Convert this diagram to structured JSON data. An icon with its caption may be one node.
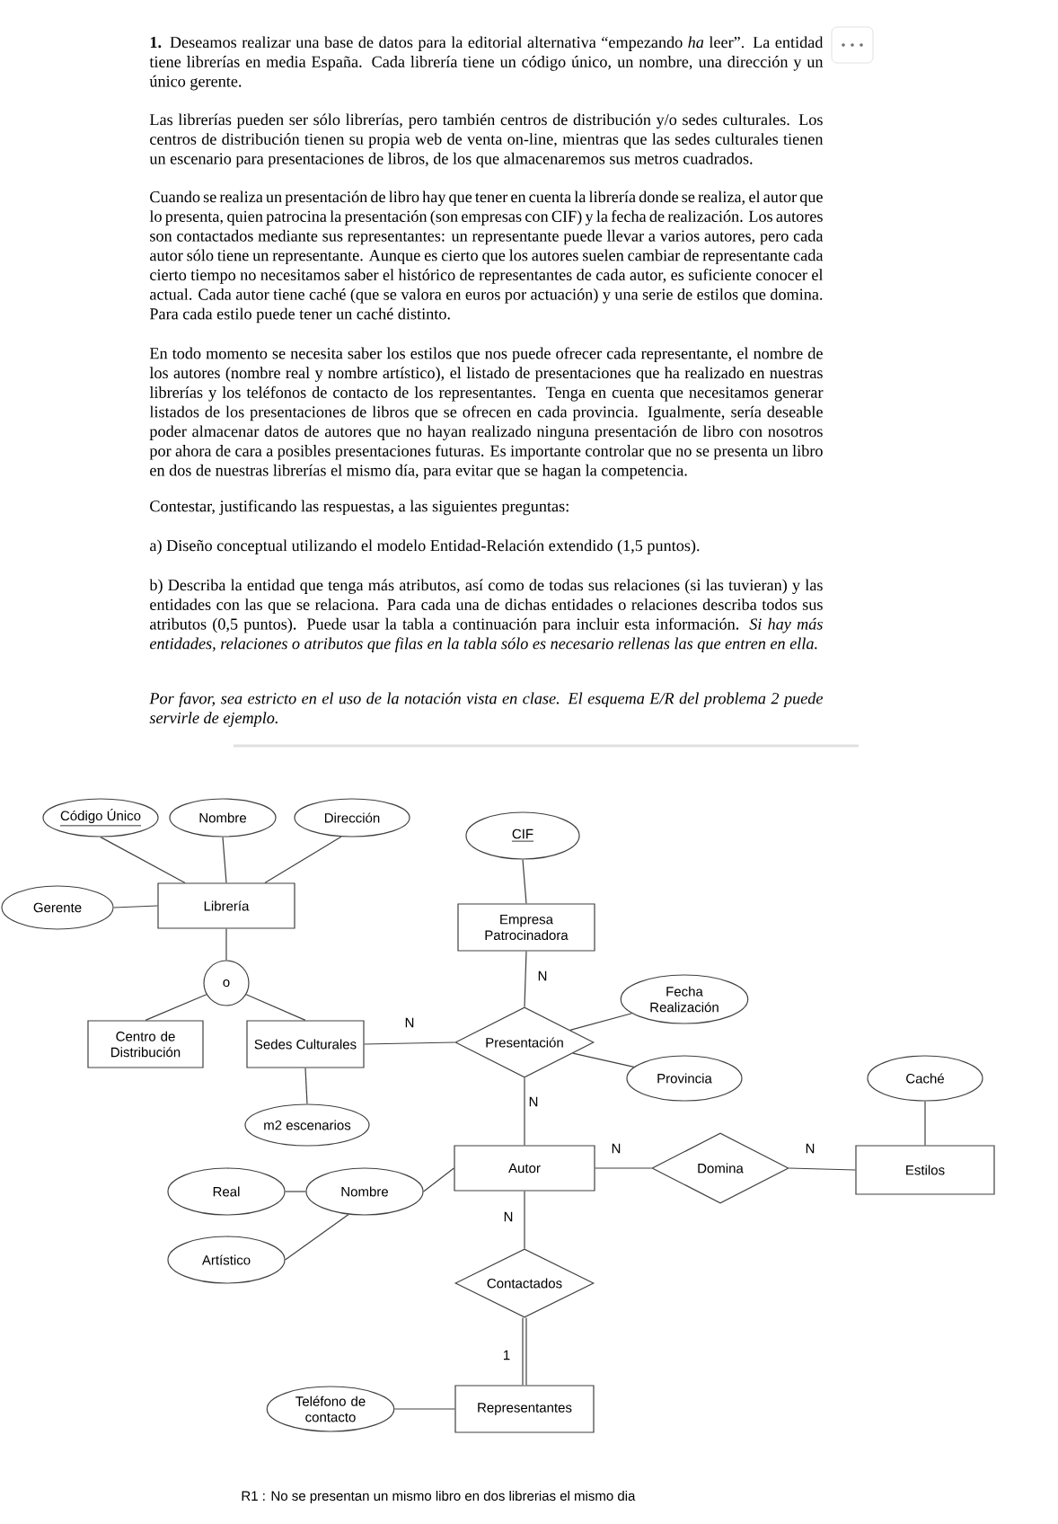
{
  "diagram": {
    "nodes": [
      {
        "text": [
          "Código Único"
        ]
      },
      {
        "text": [
          "Nombre"
        ]
      },
      {
        "text": [
          "Dirección"
        ]
      },
      {
        "text": [
          "CIF"
        ]
      },
      {
        "text": [
          "Gerente"
        ]
      },
      {
        "text": [
          "Librería"
        ]
      },
      {
        "text": [
          "Empresa Patrocinadora"
        ]
      },
      {
        "text": [
          "o"
        ]
      },
      {
        "text": [
          "Fecha Realización"
        ]
      },
      {
        "text": [
          "Centro de Distribución"
        ]
      },
      {
        "text": [
          "Sedes Culturales"
        ]
      },
      {
        "text": [
          "Presentación"
        ]
      },
      {
        "text": [
          "Provincia"
        ]
      },
      {
        "text": [
          "Caché"
        ]
      },
      {
        "text": [
          "m2 escenarios"
        ]
      },
      {
        "text": [
          "Autor"
        ]
      },
      {
        "text": [
          "Domina"
        ]
      },
      {
        "text": [
          "Estilos"
        ]
      },
      {
        "text": [
          "Real"
        ]
      },
      {
        "text": [
          "Nombre"
        ]
      },
      {
        "text": [
          "Artístico"
        ]
      },
      {
        "text": [
          "Contactados"
        ]
      },
      {
        "text": [
          "Teléfono de contacto"
        ]
      },
      {
        "text": [
          "Representantes"
        ]
      }
    ],
    "edges": [
      {
        "from": 0,
        "to": 5,
        "arrow": "none"
      },
      {
        "from": 1,
        "to": 5,
        "arrow": "none"
      },
      {
        "from": 2,
        "to": 5,
        "arrow": "none"
      },
      {
        "from": 4,
        "to": 5,
        "arrow": "none"
      },
      {
        "from": 5,
        "to": 7,
        "arrow": "none"
      },
      {
        "from": 7,
        "to": 9,
        "arrow": "none"
      },
      {
        "from": 7,
        "to": 10,
        "arrow": "none"
      },
      {
        "from": 10,
        "to": 11,
        "arrow": "none",
        "label": "N"
      },
      {
        "from": 10,
        "to": 14,
        "arrow": "none"
      },
      {
        "from": 3,
        "to": 6,
        "arrow": "none"
      },
      {
        "from": 6,
        "to": 11,
        "arrow": "none",
        "label": "N"
      },
      {
        "from": 11,
        "to": 8,
        "arrow": "none"
      },
      {
        "from": 11,
        "to": 12,
        "arrow": "none"
      },
      {
        "from": 11,
        "to": 15,
        "arrow": "none",
        "label": "N"
      },
      {
        "from": 13,
        "to": 17,
        "arrow": "none"
      },
      {
        "from": 15,
        "to": 16,
        "arrow": "none",
        "label": "N"
      },
      {
        "from": 16,
        "to": 17,
        "arrow": "none",
        "label": "N"
      },
      {
        "from": 19,
        "to": 15,
        "arrow": "none"
      },
      {
        "from": 18,
        "to": 19,
        "arrow": "none"
      },
      {
        "from": 20,
        "to": 19,
        "arrow": "none"
      },
      {
        "from": 15,
        "to": 21,
        "arrow": "none",
        "label": "N"
      },
      {
        "from": 21,
        "to": 23,
        "arrow": "none",
        "label": "1",
        "style": "thick"
      },
      {
        "from": 22,
        "to": 23,
        "arrow": "none"
      }
    ],
    "labels": [
      "**1.** Deseamos realizar una base de datos para la editorial alternativa “empezando *ha* leer”. La entidad tiene librerías en media España. Cada librería tiene un código único, un nombre, una dirección y un único gerente.",
      "Las librerías pueden ser sólo librerías, pero también centros de distribución y/o sedes culturales. Los centros de distribución tienen su propia web de venta on-line, mientras que las sedes culturales tienen un escenario para presentaciones de libros, de los que almacenaremos sus metros cuadrados.",
      "Cuando se realiza un presentación de libro hay que tener en cuenta la librería donde se realiza, el autor que lo presenta, quien patrocina la presentación (son empresas con CIF) y la fecha de realización. Los autores son contactados mediante sus representantes: un representante puede llevar a varios autores, pero cada autor sólo tiene un representante. Aunque es cierto que los autores suelen cambiar de representante cada cierto tiempo no necesitamos saber el histórico de representantes de cada autor, es suficiente conocer el actual. Cada autor tiene caché (que se valora en euros por actuación) y una serie de estilos que domina. Para cada estilo puede tener un caché distinto.",
      "En todo momento se necesita saber los estilos que nos puede ofrecer cada representante, el nombre de los autores (nombre real y nombre artístico), el listado de presentaciones que ha realizado en nuestras librerías y los teléfonos de contacto de los representantes. Tenga en cuenta que necesitamos generar listados de los presentaciones de libros que se ofrecen en cada provincia. Igualmente, sería deseable poder almacenar datos de autores que no hayan realizado ninguna presentación de libro con nosotros por ahora de cara a posibles presentaciones futuras. Es importante controlar que no se presenta un libro en dos de nuestras librerías el mismo día, para evitar que se hagan la competencia.",
      "Contestar, justificando las respuestas, a las siguientes preguntas:",
      "a) Diseño conceptual utilizando el modelo Entidad-Relación extendido (1,5 puntos).",
      "b) Describa la entidad que tenga más atributos, así como de todas sus relaciones (si las tuvieran) y las entidades con las que se relaciona. Para cada una de dichas entidades o relaciones describa todos sus atributos (0,5 puntos). Puede usar la tabla a continuación para incluir esta información. *Si hay más entidades, relaciones o atributos que filas en la tabla sólo es necesario rellenas las que entren en ella.*",
      "Por favor, sea estricto en el uso de la notación vista en clase. El esquema E/R del problema 2 puede servirle de ejemplo.",
      "R1 : No se presentan un mismo libro en dos librerias el mismo dia"
    ]
  }
}
